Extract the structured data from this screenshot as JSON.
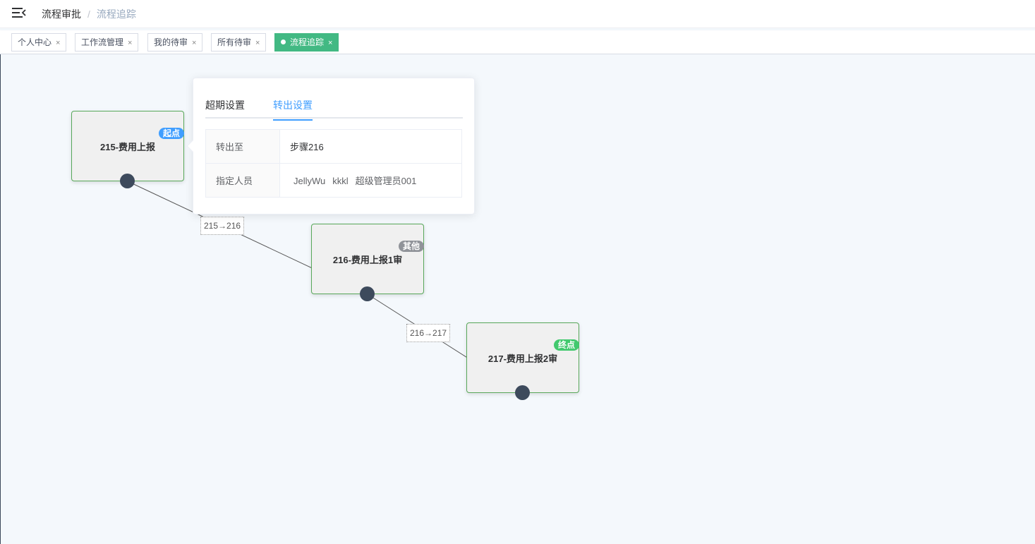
{
  "breadcrumb": {
    "parent": "流程审批",
    "separator": "/",
    "current": "流程追踪"
  },
  "tags": [
    {
      "label": "个人中心",
      "close": "×"
    },
    {
      "label": "工作流管理",
      "close": "×"
    },
    {
      "label": "我的待审",
      "close": "×"
    },
    {
      "label": "所有待审",
      "close": "×"
    },
    {
      "label": "流程追踪",
      "close": "×",
      "active": true
    }
  ],
  "popover": {
    "tabs": [
      "超期设置",
      "转出设置"
    ],
    "active_tab": "转出设置",
    "rows": [
      {
        "label": "转出至",
        "value": "步骤216"
      },
      {
        "label": "指定人员",
        "people": [
          "JellyWu",
          "kkkl",
          "超级管理员001"
        ]
      }
    ]
  },
  "flow": {
    "nodes": [
      {
        "title": "215-费用上报",
        "badge": "起点",
        "badge_type": "start"
      },
      {
        "title": "216-费用上报1审",
        "badge": "其他",
        "badge_type": "other"
      },
      {
        "title": "217-费用上报2审",
        "badge": "终点",
        "badge_type": "end"
      }
    ],
    "edges": [
      {
        "label": "215→216"
      },
      {
        "label": "216→217"
      }
    ]
  },
  "colors": {
    "accent": "#409eff",
    "active_tag": "#42b983",
    "node_border": "#58a85a",
    "anchor": "#3d4a5c"
  }
}
